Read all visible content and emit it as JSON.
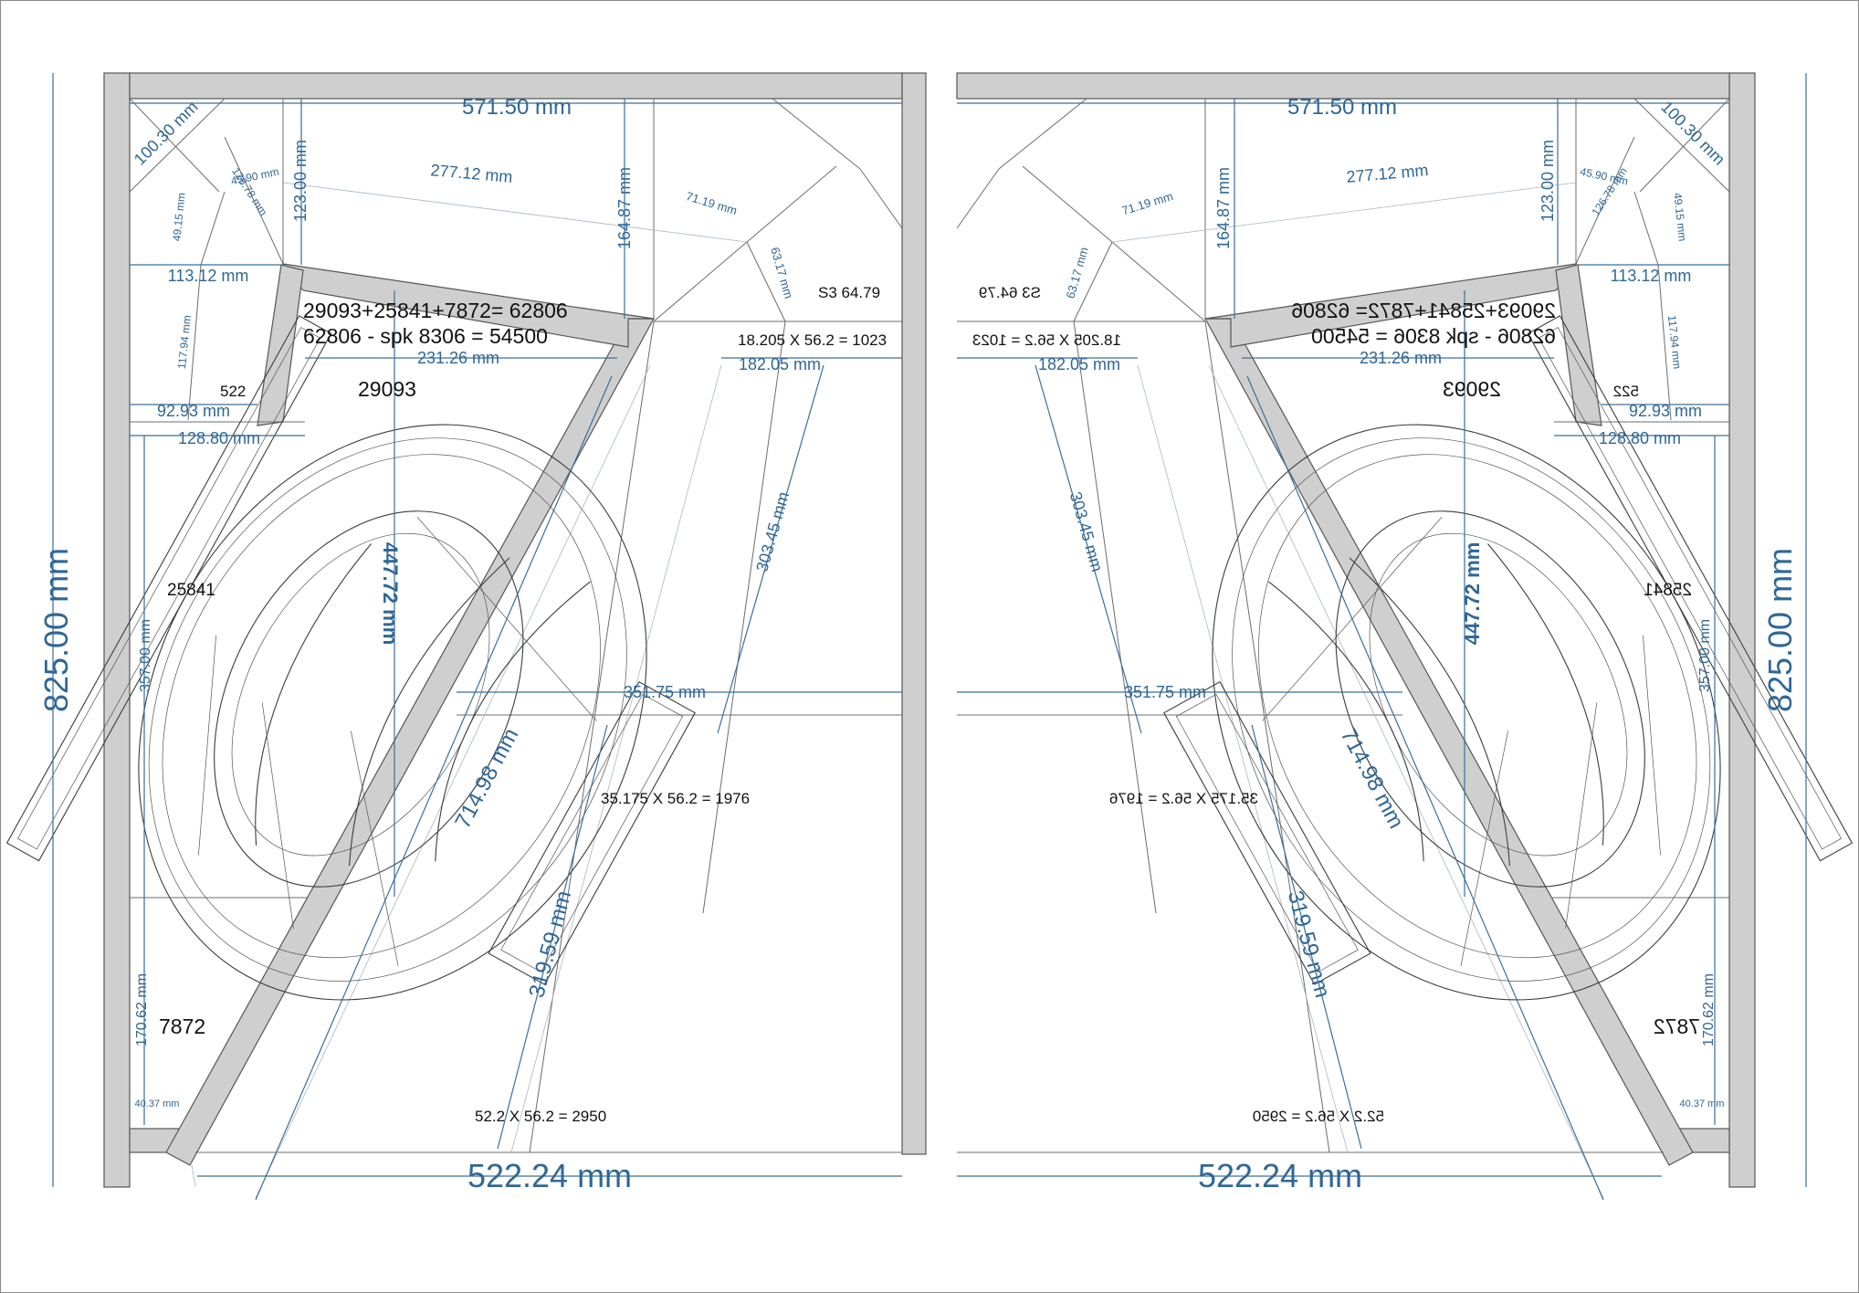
{
  "left": {
    "dims": {
      "top_width": "571.50 mm",
      "height_total": "825.00 mm",
      "bottom_width": "522.24 mm",
      "corner_diag": "100.30 mm",
      "top_span": "277.12 mm",
      "port_depth": "123.00 mm",
      "h164": "164.87 mm",
      "d71": "71.19 mm",
      "d63": "63.17 mm",
      "d113": "113.12 mm",
      "d49": "49.15 mm",
      "d45": "45.90 mm",
      "d126": "126.78 mm",
      "d117": "117.94 mm",
      "d92": "92.93 mm",
      "d128": "128.80 mm",
      "d231": "231.26 mm",
      "d182": "182.05 mm",
      "d303": "303.45 mm",
      "d357": "357.00 mm",
      "d447": "447.72 mm",
      "d351": "351.75 mm",
      "d714": "714.98 mm",
      "d319": "319.59 mm",
      "d170": "170.62 mm",
      "d40": "40.37 mm"
    },
    "notes": {
      "formula1": "29093+25841+7872= 62806",
      "formula2": "62806 - spk 8306 = 54500",
      "s3": "S3 64.79",
      "calc1": "18.205 X 56.2 = 1023",
      "calc2": "35.175 X 56.2 = 1976",
      "calc3": "52.2 X 56.2 = 2950",
      "vol_a": "29093",
      "vol_b": "25841",
      "vol_c": "7872",
      "vol_d": "522"
    }
  },
  "right": {
    "mirrored": true,
    "dims": {
      "top_width": "571.50 mm",
      "height_total": "825.00 mm",
      "bottom_width": "522.24 mm",
      "corner_diag": "100.30 mm",
      "top_span": "277.12 mm",
      "port_depth": "123.00 mm",
      "h164": "164.87 mm",
      "d71": "71.19 mm",
      "d63": "63.17 mm",
      "d113": "113.12 mm",
      "d49": "49.15 mm",
      "d45": "45.90 mm",
      "d126": "126.78 mm",
      "d117": "117.94 mm",
      "d92": "92.93 mm",
      "d128": "128.80 mm",
      "d231": "231.26 mm",
      "d182": "182.05 mm",
      "d303": "303.45 mm",
      "d357": "357.00 mm",
      "d447": "447.72 mm",
      "d351": "351.75 mm",
      "d714": "714.98 mm",
      "d319": "319.59 mm",
      "d170": "170.62 mm",
      "d40": "40.37 mm"
    },
    "notes": {
      "formula1": "29093+25841+7872= 62806",
      "formula2": "62806 - spk 8306 = 54500",
      "s3": "S3 64.79",
      "calc1": "18.205 X 56.2 = 1023",
      "calc2": "35.175 X 56.2 = 1976",
      "calc3": "52.2 X 56.2 = 2950",
      "vol_a": "29093",
      "vol_b": "25841",
      "vol_c": "7872",
      "vol_d": "522"
    }
  },
  "colors": {
    "dimension": "#2f6796",
    "panel": "#cfcfcf",
    "text": "#111111",
    "outline": "#555555"
  }
}
